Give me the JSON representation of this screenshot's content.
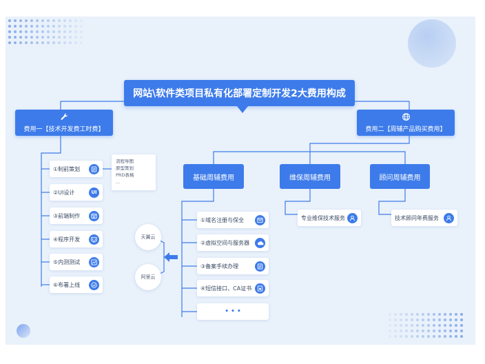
{
  "title": "网站\\软件类项目私有化部署定制开发2大费用构成",
  "left_category": {
    "label": "费用一【技术开发费工时费】",
    "icon": "wrench-icon"
  },
  "right_category": {
    "label": "费用二【周辅产品购买费用】",
    "icon": "globe-icon"
  },
  "dev_items": [
    {
      "label": "①制前策划",
      "icon": "document-icon"
    },
    {
      "label": "②UI设计",
      "icon": "ui-icon",
      "icon_text": "UI"
    },
    {
      "label": "③前端制作",
      "icon": "window-icon"
    },
    {
      "label": "④程序开发",
      "icon": "code-icon"
    },
    {
      "label": "⑤内测测试",
      "icon": "chart-icon"
    },
    {
      "label": "⑥布署上线",
      "icon": "check-icon"
    }
  ],
  "planning_note": [
    "流程导图",
    "原型策划",
    "PRD表格",
    "..."
  ],
  "basic": {
    "label": "基础周辅费用",
    "items": [
      {
        "label": "①域名注册与保全",
        "icon": "window-icon"
      },
      {
        "label": "②虚拟空间与服务器",
        "icon": "cloud-icon"
      },
      {
        "label": "③备案手续办理",
        "icon": "document-icon"
      },
      {
        "label": "④短信接口、CA证书",
        "icon": "certificate-icon"
      }
    ],
    "more": "• • •"
  },
  "maintenance": {
    "label": "维保周辅费用",
    "item": "专业维保技术服务",
    "icon": "person-icon"
  },
  "consulting": {
    "label": "顾问周辅费用",
    "item": "技术顾问年费服务",
    "icon": "person-icon"
  },
  "clouds": [
    "天翼云",
    "阿里云"
  ],
  "colors": {
    "accent": "#3d7bea",
    "background": "#e9f1fb",
    "line": "#3d7bea"
  }
}
